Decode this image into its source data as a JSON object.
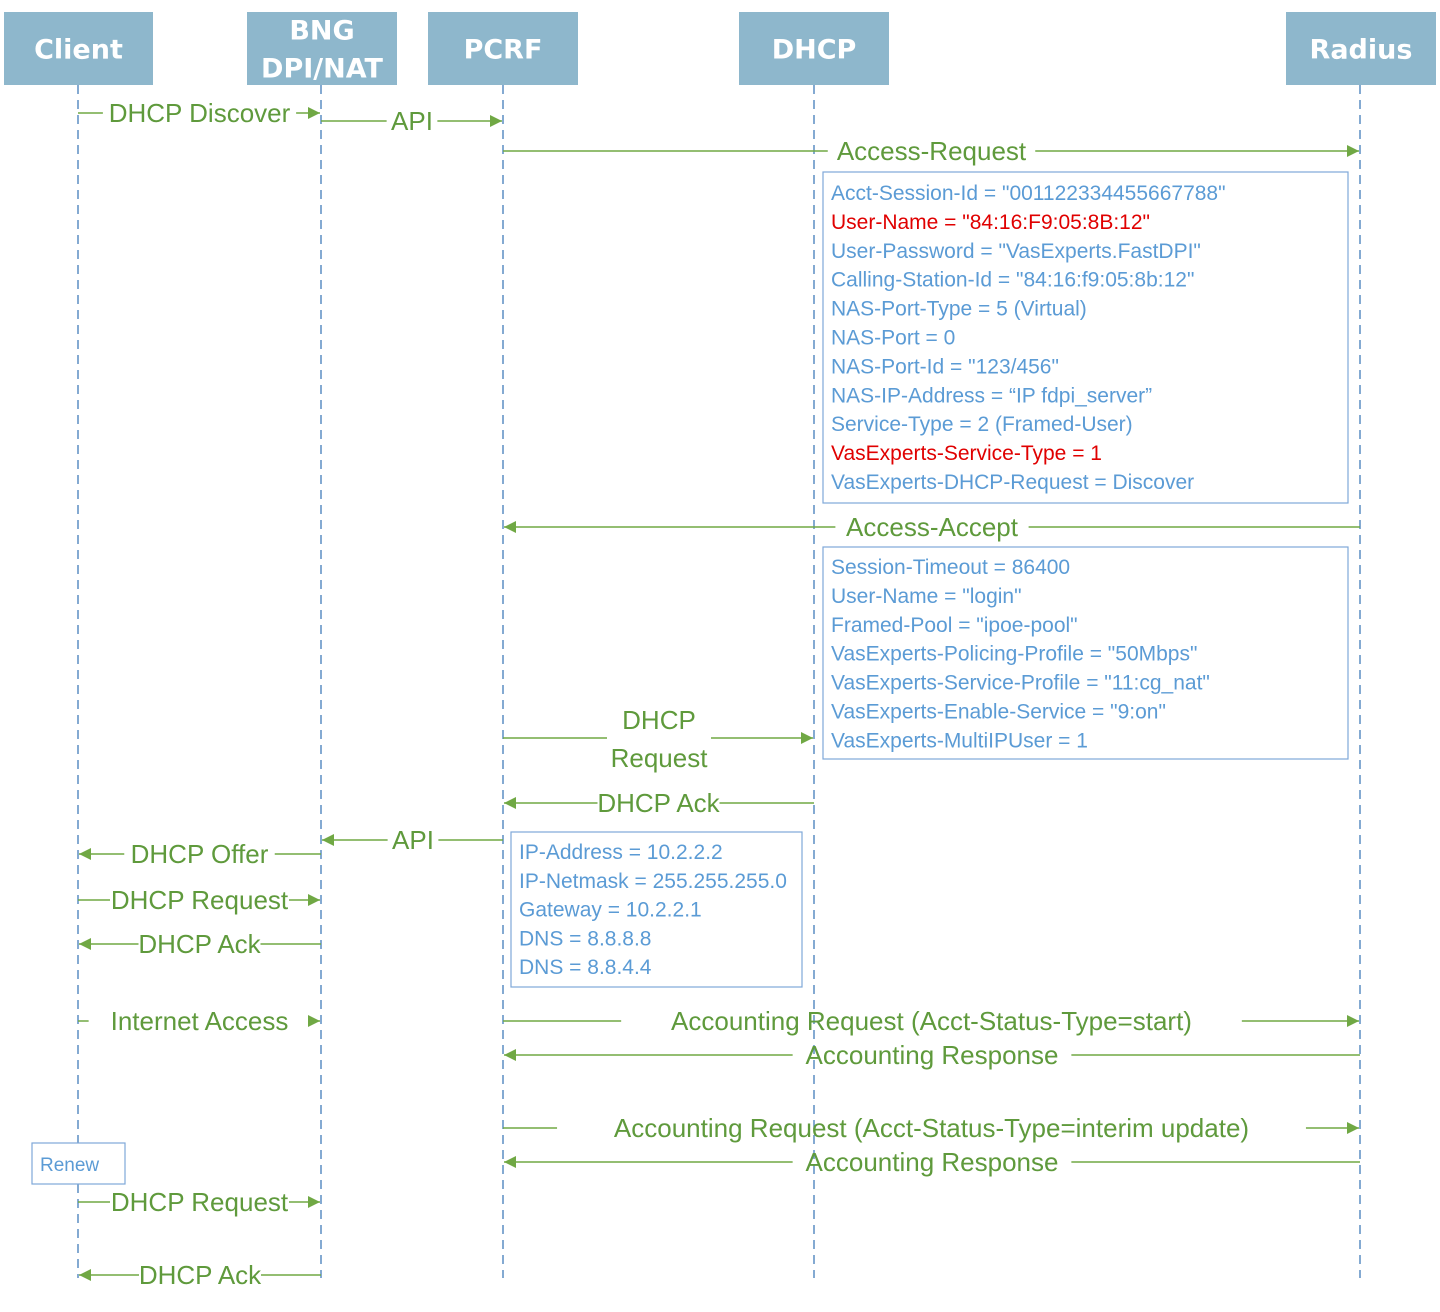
{
  "colors": {
    "header_fill": "#8eb7cc",
    "lifeline": "#5b8ec4",
    "arrow": "#70a844",
    "arrow_text": "#5f9a3c",
    "note_text": "#5b9bd5",
    "note_highlight": "#e00000",
    "note_border": "#7fa8d8"
  },
  "participants": [
    {
      "id": "client",
      "lines": [
        "Client"
      ]
    },
    {
      "id": "bng",
      "lines": [
        "BNG",
        "DPI/NAT"
      ]
    },
    {
      "id": "pcrf",
      "lines": [
        "PCRF"
      ]
    },
    {
      "id": "dhcp",
      "lines": [
        "DHCP"
      ]
    },
    {
      "id": "radius",
      "lines": [
        "Radius"
      ]
    }
  ],
  "messages": [
    {
      "id": "m1",
      "from": "client",
      "to": "bng",
      "lines": [
        "DHCP Discover"
      ]
    },
    {
      "id": "m2",
      "from": "bng",
      "to": "pcrf",
      "lines": [
        "API"
      ]
    },
    {
      "id": "m3",
      "from": "pcrf",
      "to": "radius",
      "lines": [
        "Access-Request"
      ]
    },
    {
      "id": "m4",
      "from": "radius",
      "to": "pcrf",
      "lines": [
        "Access-Accept"
      ]
    },
    {
      "id": "m5",
      "from": "pcrf",
      "to": "dhcp",
      "lines": [
        "DHCP",
        "Request"
      ]
    },
    {
      "id": "m6",
      "from": "dhcp",
      "to": "pcrf",
      "lines": [
        "DHCP Ack"
      ]
    },
    {
      "id": "m7",
      "from": "pcrf",
      "to": "bng",
      "lines": [
        "API"
      ]
    },
    {
      "id": "m8",
      "from": "bng",
      "to": "client",
      "lines": [
        "DHCP Offer"
      ]
    },
    {
      "id": "m9",
      "from": "client",
      "to": "bng",
      "lines": [
        "DHCP Request"
      ]
    },
    {
      "id": "m10",
      "from": "bng",
      "to": "client",
      "lines": [
        "DHCP Ack"
      ]
    },
    {
      "id": "m11",
      "from": "client",
      "to": "bng",
      "lines": [
        "Internet Access"
      ]
    },
    {
      "id": "m12",
      "from": "pcrf",
      "to": "radius",
      "lines": [
        "Accounting Request (Acct-Status-Type=start)"
      ]
    },
    {
      "id": "m13",
      "from": "radius",
      "to": "pcrf",
      "lines": [
        "Accounting Response"
      ]
    },
    {
      "id": "m14",
      "from": "pcrf",
      "to": "radius",
      "lines": [
        "Accounting Request (Acct-Status-Type=interim update)"
      ]
    },
    {
      "id": "m15",
      "from": "radius",
      "to": "pcrf",
      "lines": [
        "Accounting Response"
      ]
    },
    {
      "id": "m16",
      "from": "client",
      "to": "bng",
      "lines": [
        "DHCP Request"
      ]
    },
    {
      "id": "m17",
      "from": "bng",
      "to": "client",
      "lines": [
        "DHCP Ack"
      ]
    }
  ],
  "notes": [
    {
      "id": "access-request-attrs",
      "lines": [
        {
          "text": "Acct-Session-Id = \"001122334455667788\""
        },
        {
          "text": "User-Name = \"84:16:F9:05:8B:12\"",
          "highlight": true
        },
        {
          "text": "User-Password = \"VasExperts.FastDPI\""
        },
        {
          "text": "Calling-Station-Id = \"84:16:f9:05:8b:12\""
        },
        {
          "text": "NAS-Port-Type = 5 (Virtual)"
        },
        {
          "text": "NAS-Port = 0"
        },
        {
          "text": "NAS-Port-Id = \"123/456\""
        },
        {
          "text": "NAS-IP-Address = “IP fdpi_server”"
        },
        {
          "text": "Service-Type = 2 (Framed-User)"
        },
        {
          "text": "VasExperts-Service-Type = 1",
          "highlight": true
        },
        {
          "text": "VasExperts-DHCP-Request = Discover"
        }
      ]
    },
    {
      "id": "access-accept-attrs",
      "lines": [
        {
          "text": "Session-Timeout = 86400"
        },
        {
          "text": "User-Name = \"login\""
        },
        {
          "text": "Framed-Pool = \"ipoe-pool\""
        },
        {
          "text": "VasExperts-Policing-Profile = \"50Mbps\""
        },
        {
          "text": "VasExperts-Service-Profile = \"11:cg_nat\""
        },
        {
          "text": "VasExperts-Enable-Service = \"9:on\""
        },
        {
          "text": "VasExperts-MultiIPUser = 1"
        }
      ]
    },
    {
      "id": "dhcp-ack-attrs",
      "lines": [
        {
          "text": "IP-Address = 10.2.2.2"
        },
        {
          "text": "IP-Netmask = 255.255.255.0"
        },
        {
          "text": "Gateway = 10.2.2.1"
        },
        {
          "text": "DNS = 8.8.8.8"
        },
        {
          "text": "DNS = 8.8.4.4"
        }
      ]
    },
    {
      "id": "renew-label",
      "lines": [
        {
          "text": "Renew"
        }
      ]
    }
  ]
}
